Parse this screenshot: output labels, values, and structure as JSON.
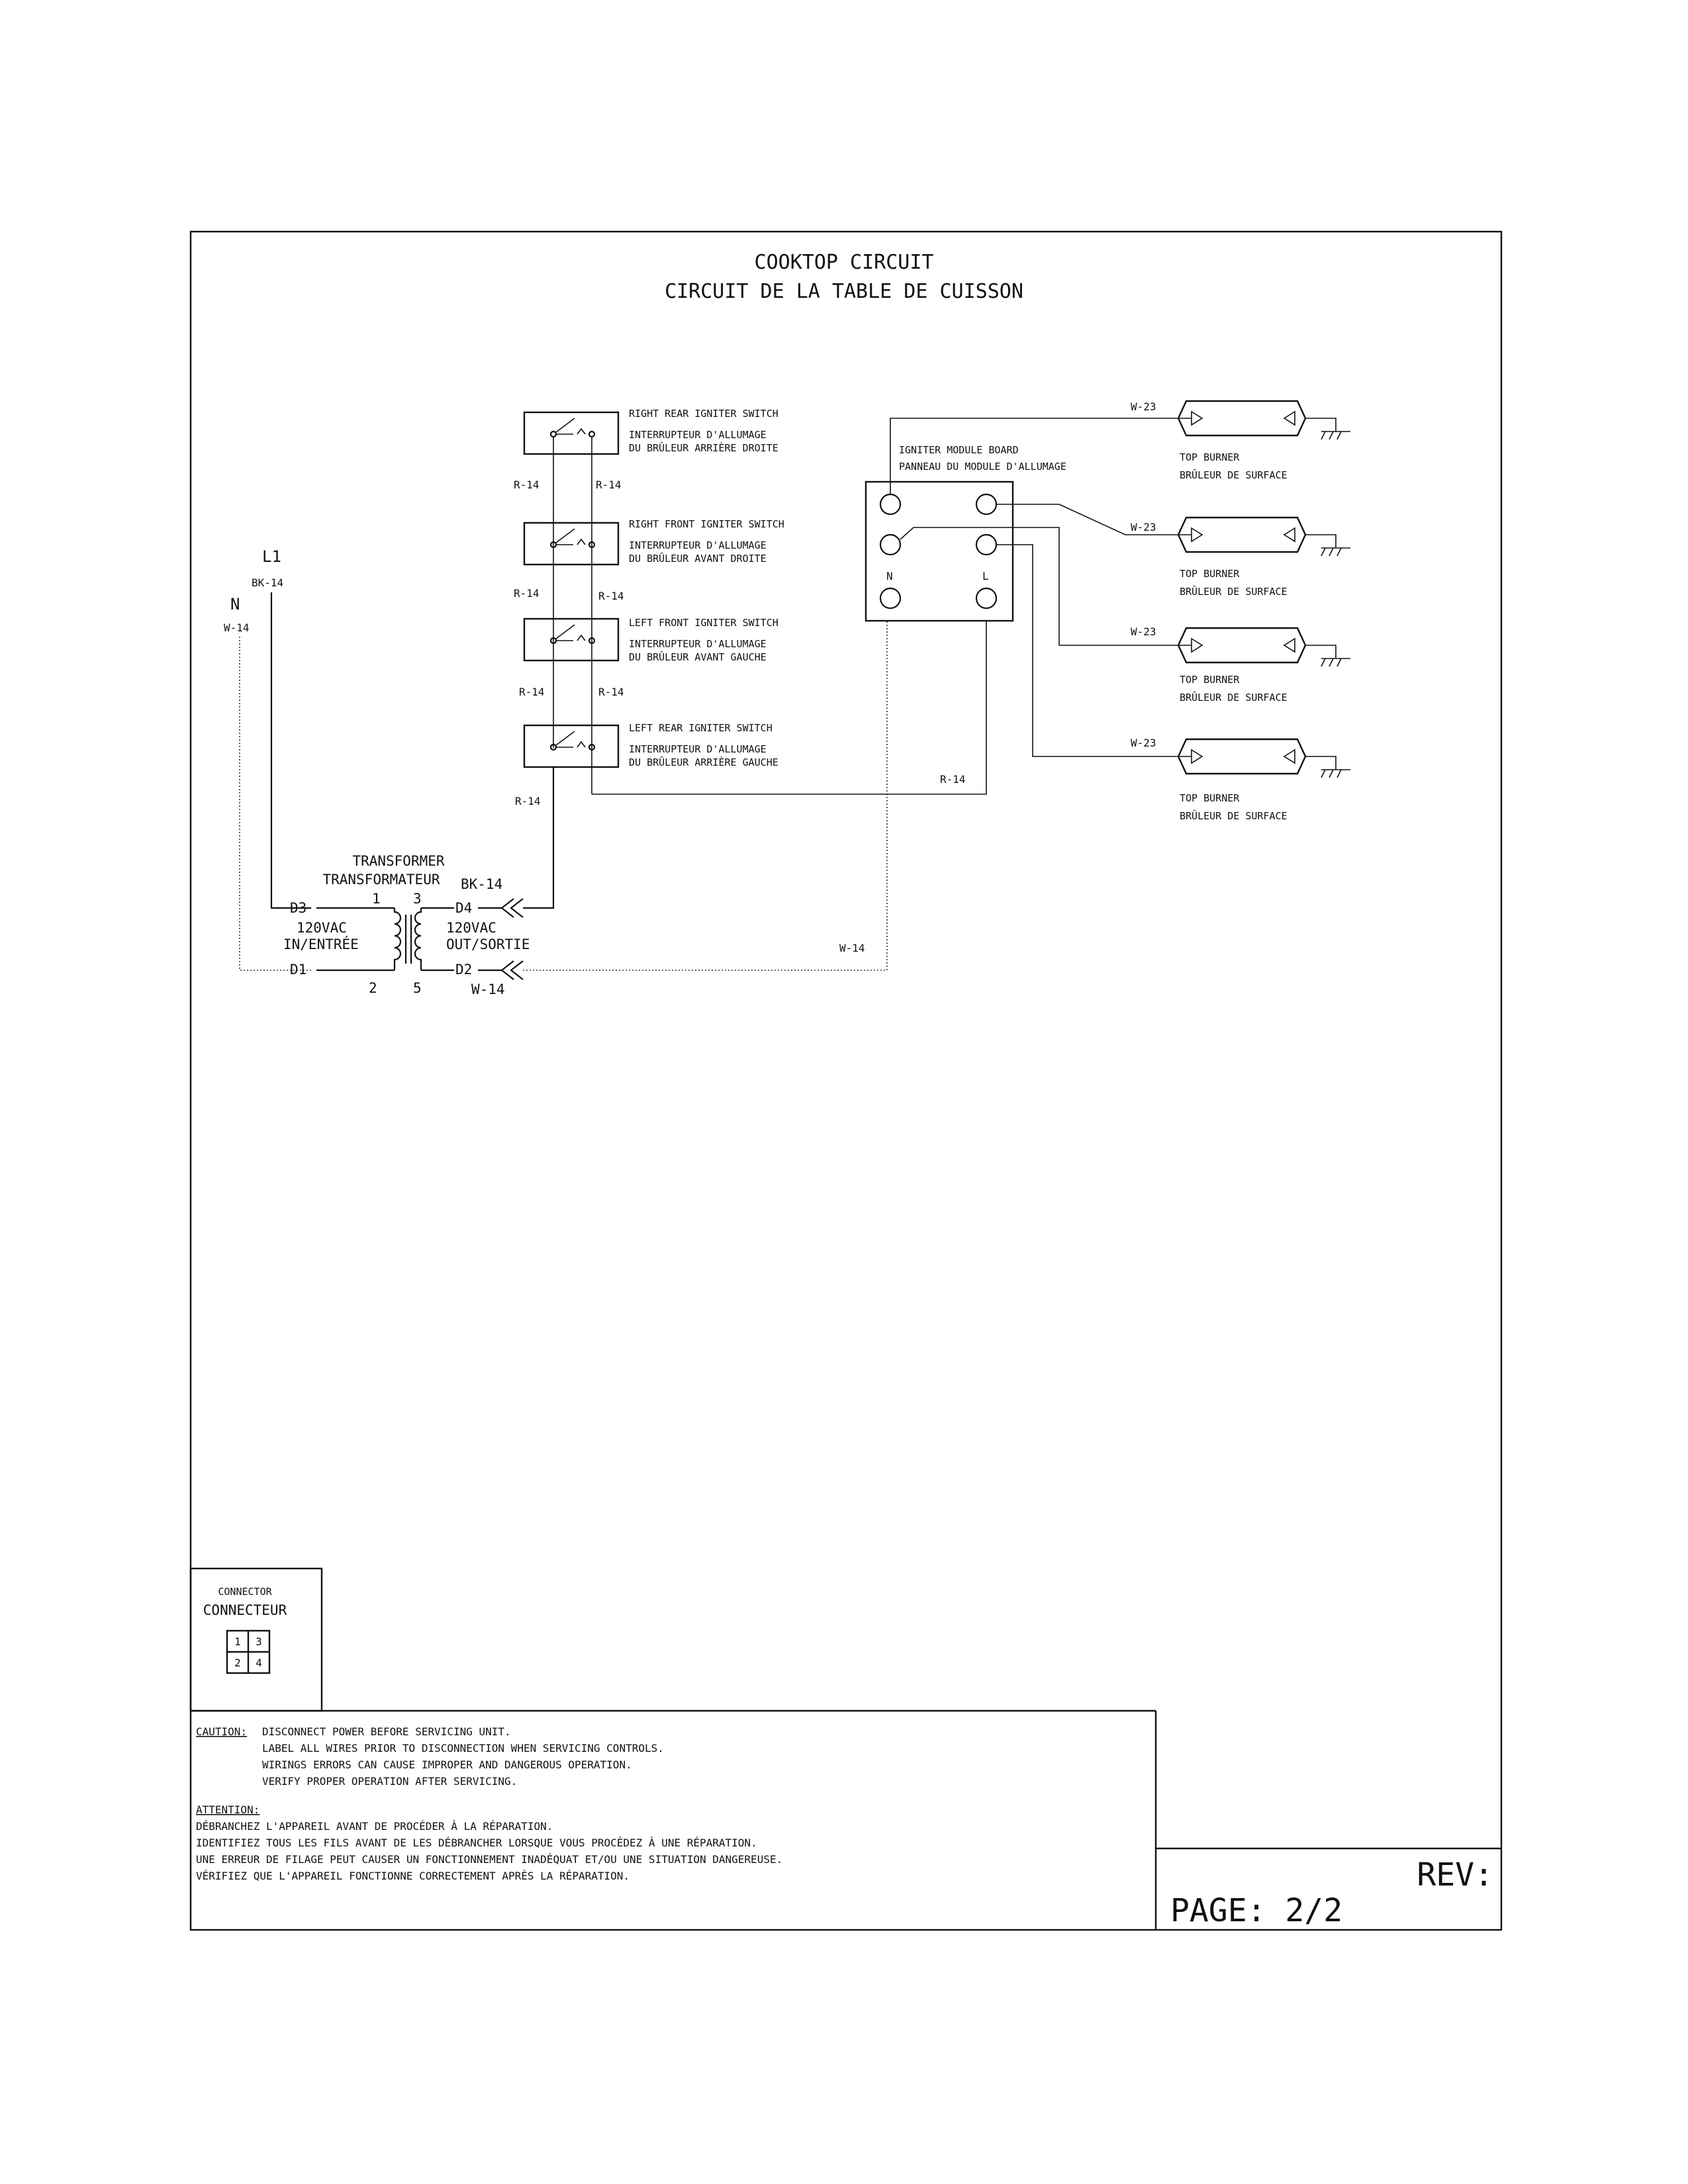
{
  "title": {
    "en": "COOKTOP CIRCUIT",
    "fr": "CIRCUIT DE LA TABLE DE CUISSON"
  },
  "supply": {
    "l1": "L1",
    "l1_wire": "BK-14",
    "n": "N",
    "n_wire": "W-14"
  },
  "switches": [
    {
      "name": "RIGHT REAR IGNITER SWITCH",
      "fr1": "INTERRUPTEUR D'ALLUMAGE",
      "fr2": "DU BRÛLEUR ARRIÈRE DROITE"
    },
    {
      "name": "RIGHT FRONT IGNITER SWITCH",
      "fr1": "INTERRUPTEUR D'ALLUMAGE",
      "fr2": "DU BRÛLEUR AVANT DROITE"
    },
    {
      "name": "LEFT FRONT IGNITER SWITCH",
      "fr1": "INTERRUPTEUR D'ALLUMAGE",
      "fr2": "DU BRÛLEUR AVANT GAUCHE"
    },
    {
      "name": "LEFT REAR IGNITER SWITCH",
      "fr1": "INTERRUPTEUR D'ALLUMAGE",
      "fr2": "DU BRÛLEUR ARRIÈRE GAUCHE"
    }
  ],
  "wire_labels": {
    "r14": "R-14",
    "w23": "W-23",
    "w14": "W-14",
    "bk14": "BK-14"
  },
  "module": {
    "name": "IGNITER MODULE BOARD",
    "fr": "PANNEAU DU MODULE D'ALLUMAGE",
    "n": "N",
    "l": "L"
  },
  "burners": [
    {
      "name": "TOP BURNER",
      "fr": "BRÛLEUR DE SURFACE"
    },
    {
      "name": "TOP BURNER",
      "fr": "BRÛLEUR DE SURFACE"
    },
    {
      "name": "TOP BURNER",
      "fr": "BRÛLEUR DE SURFACE"
    },
    {
      "name": "TOP BURNER",
      "fr": "BRÛLEUR DE SURFACE"
    }
  ],
  "transformer": {
    "name": "TRANSFORMER",
    "fr": "TRANSFORMATEUR",
    "d1": "D1",
    "d2": "D2",
    "d3": "D3",
    "d4": "D4",
    "pin1": "1",
    "pin2": "2",
    "pin3": "3",
    "pin5": "5",
    "in_voltage": "120VAC",
    "in_label": "IN/ENTRÉE",
    "out_voltage": "120VAC",
    "out_label": "OUT/SORTIE"
  },
  "connector": {
    "en": "CONNECTOR",
    "fr": "CONNECTEUR",
    "cells": [
      "1",
      "3",
      "2",
      "4"
    ]
  },
  "caution": {
    "label": "CAUTION:",
    "lines": [
      "DISCONNECT POWER BEFORE SERVICING UNIT.",
      "LABEL ALL WIRES PRIOR TO DISCONNECTION WHEN SERVICING CONTROLS.",
      "WIRINGS ERRORS CAN CAUSE IMPROPER AND DANGEROUS OPERATION.",
      "VERIFY PROPER OPERATION AFTER SERVICING."
    ]
  },
  "attention": {
    "label": "ATTENTION:",
    "lines": [
      "DÉBRANCHEZ L'APPAREIL AVANT DE PROCÉDER À LA RÉPARATION.",
      "IDENTIFIEZ TOUS LES FILS AVANT DE LES DÉBRANCHER LORSQUE VOUS PROCÉDEZ À UNE RÉPARATION.",
      "UNE ERREUR DE FILAGE PEUT CAUSER UN FONCTIONNEMENT INADÉQUAT ET/OU UNE SITUATION DANGEREUSE.",
      "VÉRIFIEZ QUE L'APPAREIL FONCTIONNE CORRECTEMENT APRÈS LA RÉPARATION."
    ]
  },
  "titleblock": {
    "rev": "REV:",
    "page": "PAGE: 2/2"
  }
}
